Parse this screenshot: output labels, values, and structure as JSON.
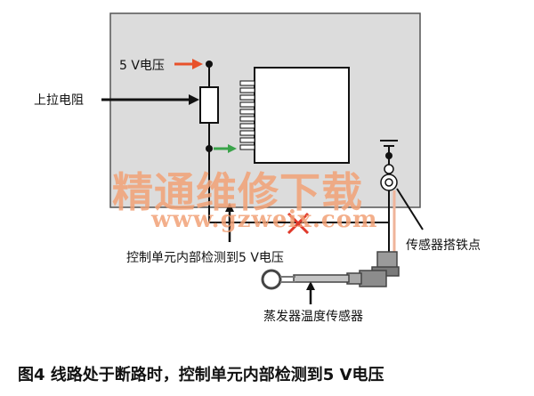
{
  "labels": {
    "voltage": "5 V电压",
    "pullup": "上拉电阻",
    "detect": "控制单元内部检测到5 V电压",
    "ground_point": "传感器搭铁点",
    "sensor": "蒸发器温度传感器"
  },
  "watermark": {
    "main": "精通维修下载",
    "url": "www.gzweix.com"
  },
  "caption": "图4  线路处于断路时，控制单元内部检测到5 V电压",
  "colors": {
    "panel": "#dcdcdc",
    "wire": "#111111",
    "arrow_red": "#e8512a",
    "arrow_green": "#3aa34a",
    "fault_x": "#e0392a",
    "ground_wire": "#f0b49a",
    "watermark": "#f2a277"
  }
}
